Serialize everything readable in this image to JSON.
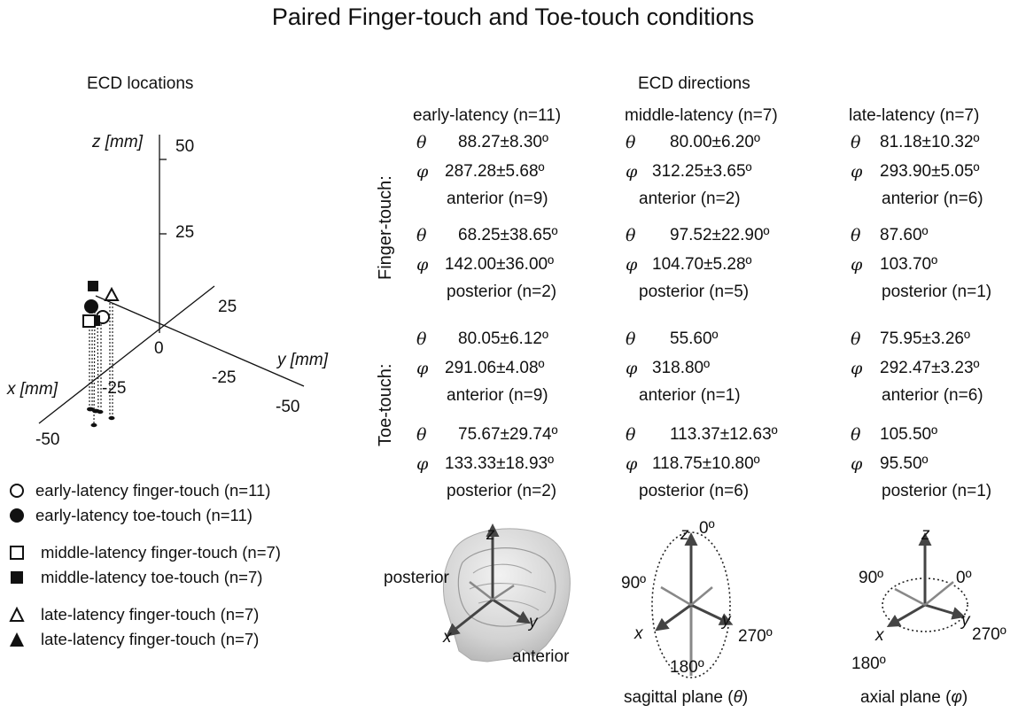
{
  "title": "Paired Finger-touch and Toe-touch conditions",
  "locations": {
    "heading": "ECD locations",
    "axes": {
      "z_label": "z [mm]",
      "y_label": "y [mm]",
      "x_label": "x [mm]",
      "z_ticks": [
        "50",
        "25"
      ],
      "origin": "0",
      "y_ticks": [
        "25",
        "-25",
        "-50"
      ],
      "x_ticks": [
        "-25",
        "-50"
      ]
    }
  },
  "legend": [
    {
      "marker": "circle-open",
      "label": "early-latency finger-touch (n=11)"
    },
    {
      "marker": "circle-filled",
      "label": "early-latency toe-touch (n=11)"
    },
    {
      "marker": "square-open",
      "label": "middle-latency finger-touch (n=7)"
    },
    {
      "marker": "square-filled",
      "label": "middle-latency toe-touch (n=7)"
    },
    {
      "marker": "triangle-open",
      "label": "late-latency finger-touch (n=7)"
    },
    {
      "marker": "triangle-filled",
      "label": "late-latency finger-touch (n=7)"
    }
  ],
  "directions": {
    "heading": "ECD directions",
    "theta": "θ",
    "phi": "φ",
    "columns": [
      "early-latency (n=11)",
      "middle-latency (n=7)",
      "late-latency (n=7)"
    ],
    "rows": [
      {
        "label": "Finger-touch:",
        "blocks": [
          {
            "cells": [
              {
                "theta": "88.27±8.30º",
                "phi": "287.28±5.68º",
                "region": "anterior (n=9)"
              },
              {
                "theta": "80.00±6.20º",
                "phi": "312.25±3.65º",
                "region": "anterior (n=2)"
              },
              {
                "theta": "81.18±10.32º",
                "phi": "293.90±5.05º",
                "region": "anterior (n=6)"
              }
            ]
          },
          {
            "cells": [
              {
                "theta": "68.25±38.65º",
                "phi": "142.00±36.00º",
                "region": "posterior (n=2)"
              },
              {
                "theta": "97.52±22.90º",
                "phi": "104.70±5.28º",
                "region": "posterior (n=5)"
              },
              {
                "theta": "87.60º",
                "phi": "103.70º",
                "region": "posterior (n=1)"
              }
            ]
          }
        ]
      },
      {
        "label": "Toe-touch:",
        "blocks": [
          {
            "cells": [
              {
                "theta": "80.05±6.12º",
                "phi": "291.06±4.08º",
                "region": "anterior (n=9)"
              },
              {
                "theta": "55.60º",
                "phi": "318.80º",
                "region": "anterior (n=1)"
              },
              {
                "theta": "75.95±3.26º",
                "phi": "292.47±3.23º",
                "region": "anterior (n=6)"
              }
            ]
          },
          {
            "cells": [
              {
                "theta": "75.67±29.74º",
                "phi": "133.33±18.93º",
                "region": "posterior (n=2)"
              },
              {
                "theta": "113.37±12.63º",
                "phi": "118.75±10.80º",
                "region": "posterior (n=6)"
              },
              {
                "theta": "105.50º",
                "phi": "95.50º",
                "region": "posterior (n=1)"
              }
            ]
          }
        ]
      }
    ]
  },
  "diagrams": {
    "head": {
      "z": "z",
      "x": "x",
      "y": "y",
      "posterior": "posterior",
      "anterior": "anterior"
    },
    "sagittal": {
      "z": "z",
      "x": "x",
      "y": "y",
      "a0": "0º",
      "a90": "90º",
      "a180": "180º",
      "a270": "270º",
      "caption_pre": "sagittal plane (",
      "caption_sym": "θ",
      "caption_post": ")"
    },
    "axial": {
      "z": "z",
      "x": "x",
      "y": "y",
      "a0": "0º",
      "a90": "90º",
      "a180": "180º",
      "a270": "270º",
      "caption_pre": "axial plane (",
      "caption_sym": "φ",
      "caption_post": ")"
    }
  }
}
